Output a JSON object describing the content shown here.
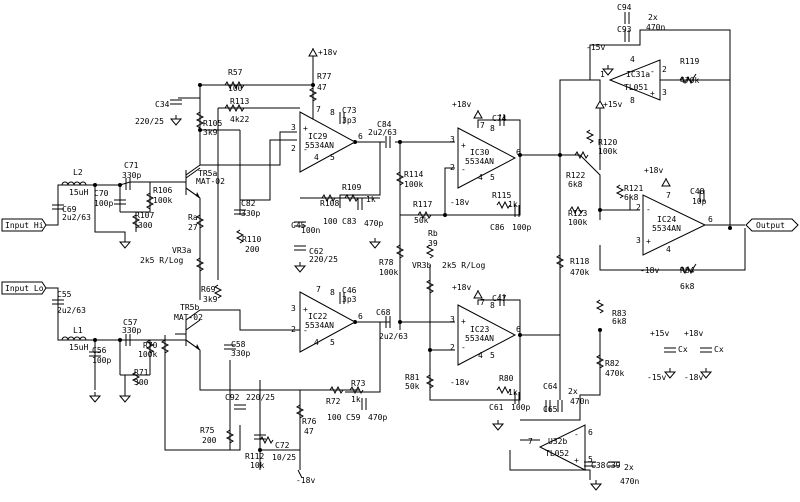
{
  "ports": {
    "input_hi": "Input Hi",
    "input_lo": "Input Lo",
    "output": "Output"
  },
  "rails": {
    "p18": "+18v",
    "m18": "-18v",
    "p15": "+15v",
    "m15": "-15v"
  },
  "opamps": {
    "ic29": {
      "ref": "IC29",
      "part": "5534AN"
    },
    "ic22": {
      "ref": "IC22",
      "part": "5534AN"
    },
    "ic30": {
      "ref": "IC30",
      "part": "5534AN"
    },
    "ic23": {
      "ref": "IC23",
      "part": "5534AN"
    },
    "ic24": {
      "ref": "IC24",
      "part": "5534AN"
    },
    "ic31a": {
      "ref": "IC31a",
      "part": "TL051"
    },
    "u32b": {
      "ref": "U32b",
      "part": "TL052"
    }
  },
  "pins": {
    "p1": "1",
    "p2": "2",
    "p3": "3",
    "p4": "4",
    "p5": "5",
    "p6": "6",
    "p7": "7",
    "p8": "8",
    "plus": "+",
    "minus": "-"
  },
  "components": {
    "L2": [
      "L2",
      "15uH"
    ],
    "C71": [
      "C71",
      "330p"
    ],
    "C69": [
      "C69",
      "2u2/63"
    ],
    "C70": [
      "C70",
      "100p"
    ],
    "R106": [
      "R106",
      "100k"
    ],
    "R107": [
      "R107",
      "300"
    ],
    "R105": [
      "R105",
      "3k9"
    ],
    "R57": [
      "R57",
      "100"
    ],
    "C34": [
      "C34",
      "220/25"
    ],
    "R113": [
      "R113",
      "4k22"
    ],
    "R77": [
      "R77",
      "47"
    ],
    "C73": [
      "C73",
      "3p3"
    ],
    "C84": [
      "C84",
      "2u2/63"
    ],
    "TR5a": [
      "TR5a",
      "MAT-02"
    ],
    "Ra": [
      "Ra",
      "27"
    ],
    "VR3a": [
      "VR3a",
      "2k5 R/Log"
    ],
    "R69": [
      "R69",
      "3k9"
    ],
    "C82": [
      "C82",
      "330p"
    ],
    "R110": [
      "R110",
      "200"
    ],
    "R108": [
      "R108",
      "100"
    ],
    "C83": [
      "C83",
      "470p"
    ],
    "R109": [
      "R109",
      "1k"
    ],
    "C45": [
      "C45",
      "100n"
    ],
    "C62": [
      "C62",
      "220/25"
    ],
    "C55": [
      "C55",
      "2u2/63"
    ],
    "L1": [
      "L1",
      "15uH"
    ],
    "C57": [
      "C57",
      "330p"
    ],
    "C56": [
      "C56",
      "100p"
    ],
    "R70": [
      "R70",
      "100k"
    ],
    "R71": [
      "R71",
      "300"
    ],
    "TR5b": [
      "TR5b",
      "MAT-02"
    ],
    "C58": [
      "C58",
      "330p"
    ],
    "C46": [
      "C46",
      "3p3"
    ],
    "C68": [
      "C68",
      "2u2/63"
    ],
    "C92": [
      "C92",
      "220/25"
    ],
    "R72": [
      "R72",
      "100"
    ],
    "C59": [
      "C59",
      "470p"
    ],
    "R73": [
      "R73",
      "1k"
    ],
    "R76": [
      "R76",
      "47"
    ],
    "R75": [
      "R75",
      "200"
    ],
    "R112": [
      "R112",
      "10k"
    ],
    "C72": [
      "C72",
      "10/25"
    ],
    "R114": [
      "R114",
      "100k"
    ],
    "R117": [
      "R117",
      "50k"
    ],
    "R78": [
      "R78",
      "100k"
    ],
    "Rb": [
      "Rb",
      "39"
    ],
    "VR3b": [
      "VR3b",
      "2k5 R/Log"
    ],
    "R81": [
      "R81",
      "50k"
    ],
    "C74": [
      "C74",
      ""
    ],
    "R115": [
      "R115",
      "1k"
    ],
    "C86": [
      "C86",
      "100p"
    ],
    "C47": [
      "C47",
      ""
    ],
    "R80": [
      "R80",
      "1k"
    ],
    "C61": [
      "C61",
      "100p"
    ],
    "C64": [
      "C64",
      ""
    ],
    "C65": [
      "C65",
      ""
    ],
    "C64C65": [
      "2x",
      "470n"
    ],
    "C38": [
      "C38",
      ""
    ],
    "C39": [
      "C39",
      ""
    ],
    "C38C39": [
      "2x",
      "470n"
    ],
    "C94": [
      "C94",
      ""
    ],
    "C93": [
      "C93",
      ""
    ],
    "C94C93": [
      "2x",
      "470n"
    ],
    "R119": [
      "R119",
      "470k"
    ],
    "R120": [
      "R120",
      "100k"
    ],
    "R122": [
      "R122",
      "6k8"
    ],
    "R121": [
      "R121",
      "6k8"
    ],
    "R123": [
      "R123",
      "100k"
    ],
    "C48": [
      "C48",
      "10p"
    ],
    "R84": [
      "R84",
      "6k8"
    ],
    "R118": [
      "R118",
      "470k"
    ],
    "R83": [
      "R83",
      "6k8"
    ],
    "R82": [
      "R82",
      "470k"
    ],
    "Cx": [
      "Cx",
      ""
    ]
  }
}
